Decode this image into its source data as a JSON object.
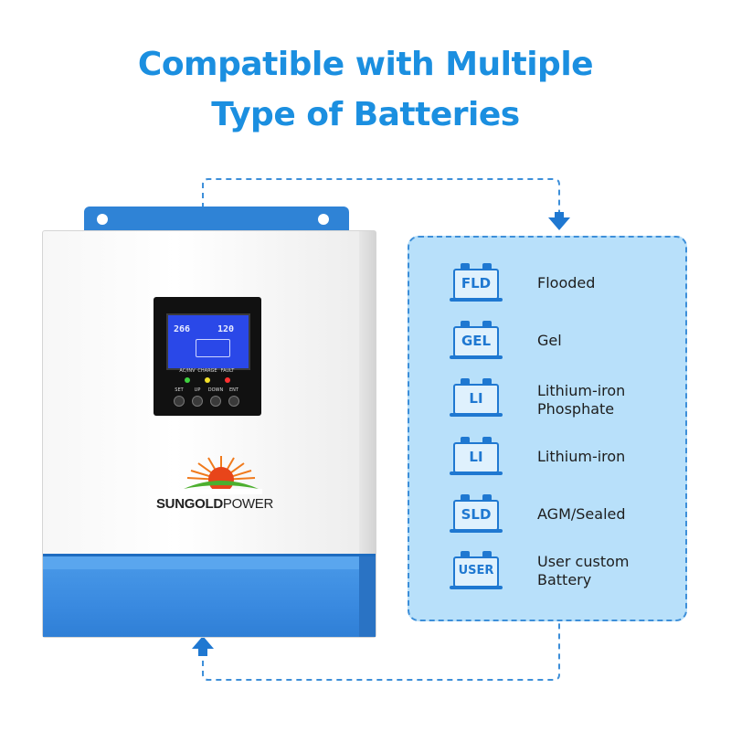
{
  "headline": {
    "line1": "Compatible with Multiple",
    "line2": "Type of Batteries"
  },
  "colors": {
    "accent": "#1b8fe0",
    "box_fill": "#b8e0fa",
    "dashed_border": "#3d8fd9",
    "inverter_blue": "#3a8ae0"
  },
  "inverter": {
    "lcd": {
      "left_value": "266",
      "right_value": "120"
    },
    "leds": [
      {
        "label": "AC/INV",
        "color": "#3fd13f"
      },
      {
        "label": "CHARGE",
        "color": "#f2e02a"
      },
      {
        "label": "FAULT",
        "color": "#ff3030"
      }
    ],
    "buttons": [
      "SET",
      "UP",
      "DOWN",
      "ENT"
    ],
    "brand": {
      "bold": "SUNGOLD",
      "light": "POWER"
    }
  },
  "battery_types": [
    {
      "code": "FLD",
      "label_line1": "Flooded",
      "label_line2": ""
    },
    {
      "code": "GEL",
      "label_line1": "Gel",
      "label_line2": ""
    },
    {
      "code": "LI",
      "label_line1": "Lithium-iron",
      "label_line2": "Phosphate"
    },
    {
      "code": "LI",
      "label_line1": "Lithium-iron",
      "label_line2": ""
    },
    {
      "code": "SLD",
      "label_line1": "AGM/Sealed",
      "label_line2": ""
    },
    {
      "code": "USER",
      "label_line1": "User custom",
      "label_line2": "Battery"
    }
  ]
}
